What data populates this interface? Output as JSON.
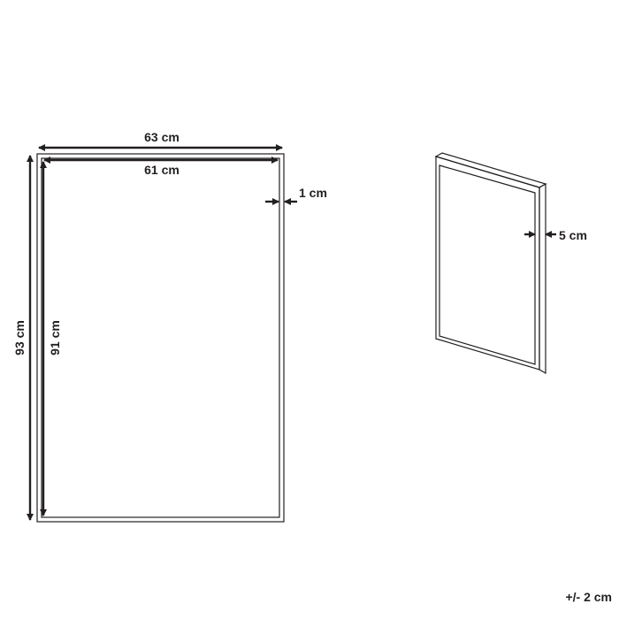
{
  "front_view": {
    "outer_width": "63 cm",
    "inner_width": "61 cm",
    "outer_height": "93 cm",
    "inner_height": "91 cm",
    "frame_width": "1 cm"
  },
  "side_view": {
    "depth": "5 cm"
  },
  "tolerance": "+/- 2 cm",
  "colors": {
    "line": "#231f20",
    "background": "#ffffff"
  }
}
